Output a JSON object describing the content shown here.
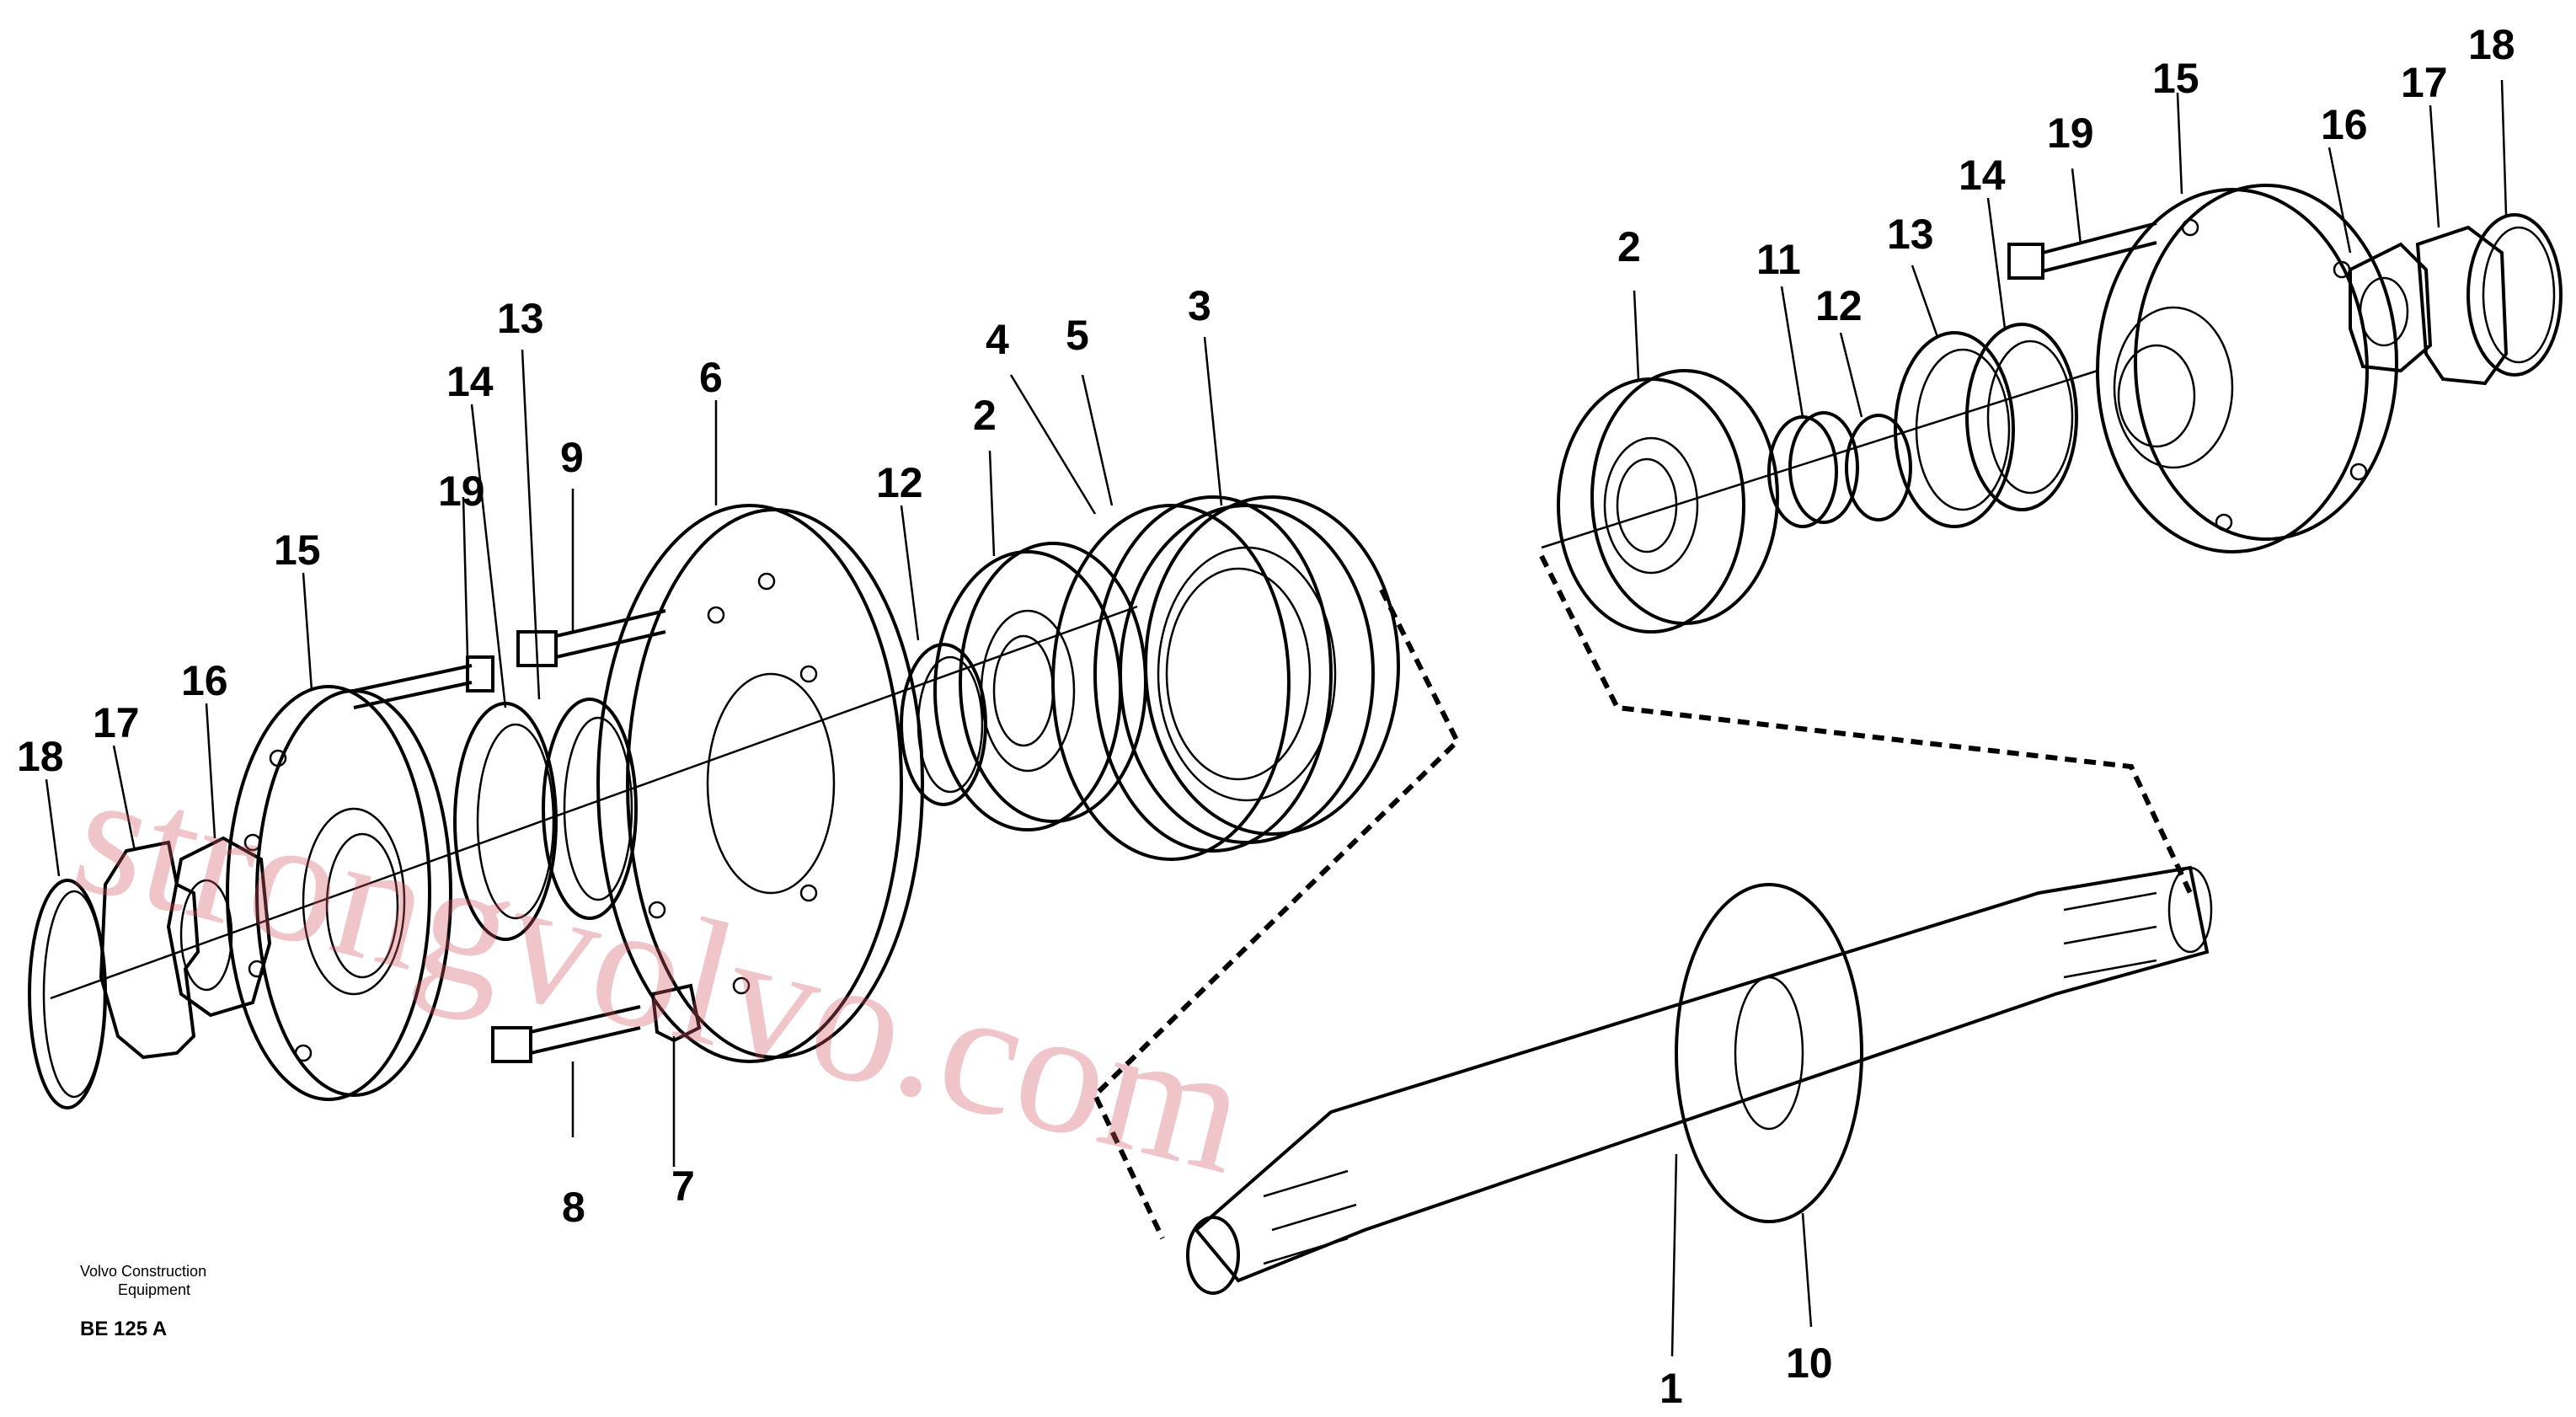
{
  "labels": {
    "l1": "1",
    "l2a": "2",
    "l2b": "2",
    "l3": "3",
    "l4": "4",
    "l5": "5",
    "l6": "6",
    "l7": "7",
    "l8": "8",
    "l9": "9",
    "l10": "10",
    "l11": "11",
    "l12a": "12",
    "l12b": "12",
    "l13a": "13",
    "l13b": "13",
    "l14a": "14",
    "l14b": "14",
    "l15a": "15",
    "l15b": "15",
    "l16a": "16",
    "l16b": "16",
    "l17a": "17",
    "l17b": "17",
    "l18a": "18",
    "l18b": "18",
    "l19a": "19",
    "l19b": "19"
  },
  "caption": {
    "line1": "Volvo Construction",
    "line2": "Equipment",
    "code": "BE 125 A"
  },
  "watermark": "strongvolvo.com"
}
